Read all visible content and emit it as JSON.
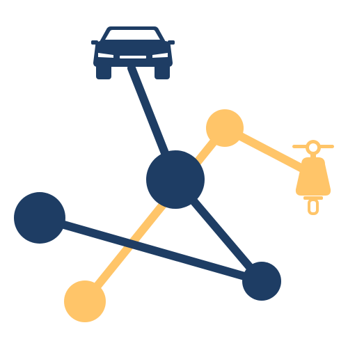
{
  "colors": {
    "navy": "#1e3d64",
    "gold": "#ffc569",
    "background": "#ffffff"
  },
  "icons": {
    "vehicle": "car-icon",
    "scooter": "scooter-icon"
  },
  "nodes": [
    {
      "id": "hub",
      "color": "navy"
    },
    {
      "id": "left",
      "color": "navy"
    },
    {
      "id": "bottom-right",
      "color": "navy"
    },
    {
      "id": "upper-gold",
      "color": "gold"
    },
    {
      "id": "lower-gold",
      "color": "gold"
    }
  ],
  "edges": [
    {
      "from": "car",
      "to": "hub",
      "color": "navy"
    },
    {
      "from": "hub",
      "to": "bottom-right",
      "color": "navy"
    },
    {
      "from": "left",
      "to": "bottom-right",
      "color": "navy"
    },
    {
      "from": "upper-gold",
      "to": "lower-gold",
      "color": "gold"
    },
    {
      "from": "upper-gold",
      "to": "scooter",
      "color": "gold"
    }
  ]
}
